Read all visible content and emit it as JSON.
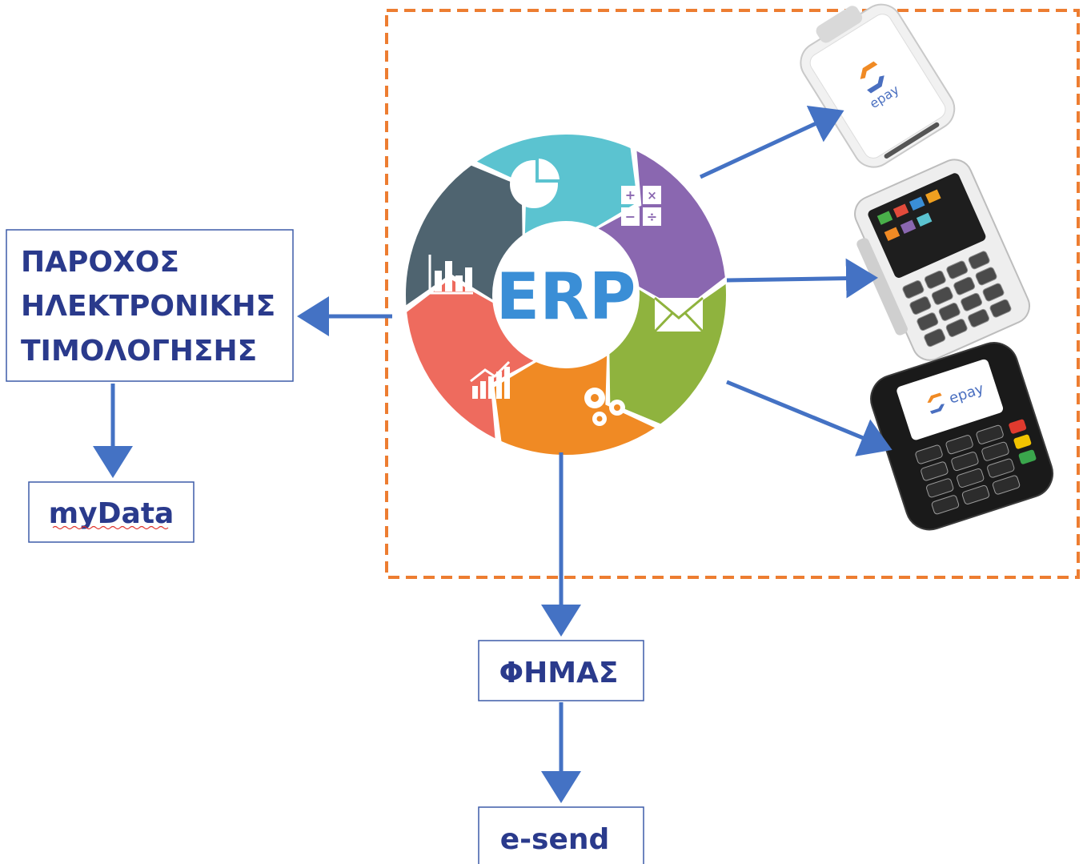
{
  "title": "",
  "erp_wheel": {
    "center_label": "ERP",
    "segments": [
      {
        "name": "analytics-charts",
        "color": "#5bc3d0",
        "icon": "pie-chart-icon"
      },
      {
        "name": "accounting",
        "color": "#8a67b0",
        "icon": "calculator-icon"
      },
      {
        "name": "mail",
        "color": "#8fb33e",
        "icon": "envelope-icon"
      },
      {
        "name": "settings",
        "color": "#f08a24",
        "icon": "gears-icon"
      },
      {
        "name": "growth",
        "color": "#ee6b5e",
        "icon": "growth-chart-icon"
      },
      {
        "name": "reports",
        "color": "#4f6470",
        "icon": "bar-chart-icon"
      }
    ]
  },
  "provider_box": {
    "lines": [
      "ΠΑΡΟΧΟΣ",
      "ΗΛΕΚΤΡΟΝΙΚΗΣ",
      "ΤΙΜΟΛΟΓΗΣΗΣ"
    ]
  },
  "mydata_box": {
    "label": "myData"
  },
  "fiscal_box": {
    "label": "ΦΗΜΑΣ"
  },
  "esend_box": {
    "label": "e-send"
  },
  "terminals": {
    "brand": "epay",
    "devices": [
      "android-pos-terminal",
      "keypad-android-pos-terminal",
      "countertop-pos-terminal"
    ]
  },
  "colors": {
    "box_border": "#3d5ca8",
    "box_text": "#2a3a8c",
    "arrow": "#4472c4",
    "dashed_border": "#ed7d31",
    "erp_text": "#3a8ed6"
  }
}
